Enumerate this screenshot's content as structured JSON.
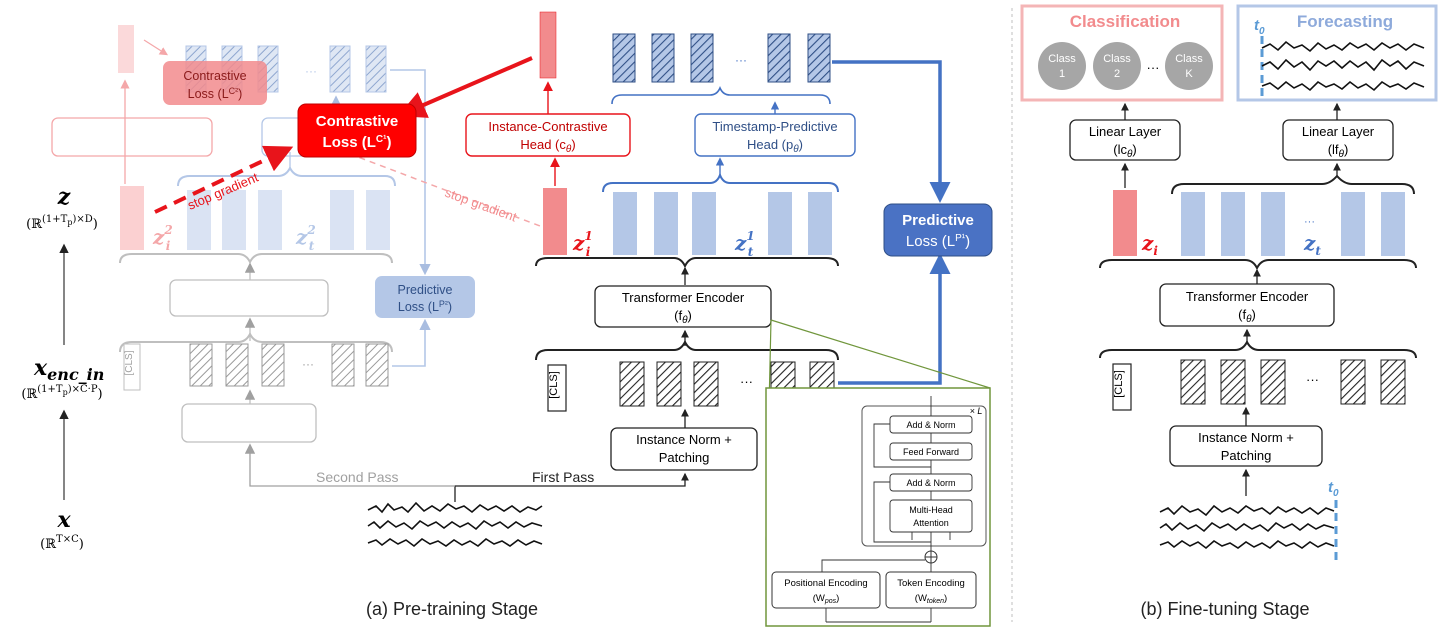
{
  "pretraining": {
    "caption": "(a) Pre-training Stage",
    "contrastive_loss_main": {
      "line1": "Contrastive",
      "line2": "Loss (L",
      "sup": "C¹",
      "close": ")"
    },
    "contrastive_loss_second": {
      "line1": "Contrastive",
      "line2": "Loss (L",
      "sup": "C²",
      "close": ")"
    },
    "instance_head": {
      "line1": "Instance-Contrastive",
      "line2": "Head (c",
      "sub": "θ",
      "close": ")"
    },
    "timestamp_head": {
      "line1": "Timestamp-Predictive",
      "line2": "Head (p",
      "sub": "θ",
      "close": ")"
    },
    "predictive_loss_main": {
      "line1": "Predictive",
      "line2": "Loss (L",
      "sup": "P¹",
      "close": ")"
    },
    "predictive_loss_second": {
      "line1": "Predictive",
      "line2": "Loss (L",
      "sup": "P²",
      "close": ")"
    },
    "encoder": {
      "line1": "Transformer Encoder",
      "line2": "(f",
      "sub": "θ",
      "close": ")"
    },
    "norm": {
      "line1": "Instance Norm +",
      "line2": "Patching"
    },
    "cls_token": "[CLS]",
    "ellipsis": "···",
    "stop_gradient": "stop gradient",
    "first_pass": "First Pass",
    "second_pass": "Second Pass",
    "z_i1": "z",
    "z_i1_sup": "1",
    "z_i1_sub": "i",
    "z_t1": "z",
    "z_t1_sup": "1",
    "z_t1_sub": "t",
    "z_i2": "z",
    "z_i2_sup": "2",
    "z_i2_sub": "i",
    "z_t2": "z",
    "z_t2_sup": "2",
    "z_t2_sub": "t",
    "detail": {
      "times_l": "× L",
      "add_norm_top": "Add & Norm",
      "feed_forward": "Feed Forward",
      "add_norm_bottom": "Add & Norm",
      "mha_line1": "Multi-Head",
      "mha_line2": "Attention",
      "pos_enc_line1": "Positional Encoding",
      "pos_enc_line2": "(W",
      "pos_enc_sub": "pos",
      "tok_enc_line1": "Token Encoding",
      "tok_enc_line2": "(W",
      "tok_enc_sub": "token"
    }
  },
  "dims": {
    "z_label": "z",
    "z_dim": "(ℝ",
    "z_dim_sup": "(1+T",
    "z_dim_sup_sub": "p",
    "z_dim_sup_end": ")×D",
    "z_dim_close": ")",
    "xenc_label": "x",
    "xenc_sub": "enc_in",
    "xenc_dim": "(ℝ",
    "xenc_dim_sup": "(1+T",
    "xenc_dim_sup_sub": "p",
    "xenc_dim_sup_end": ")×C·P",
    "xenc_dim_close": ")",
    "x_label": "x",
    "x_dim": "(ℝ",
    "x_dim_sup": "T×C",
    "x_dim_close": ")"
  },
  "finetuning": {
    "caption": "(b) Fine-tuning Stage",
    "classification_title": "Classification",
    "forecasting_title": "Forecasting",
    "classes": [
      {
        "line1": "Class",
        "line2": "1"
      },
      {
        "line1": "Class",
        "line2": "2"
      },
      {
        "line1": "Class",
        "line2": "K"
      }
    ],
    "class_ellipsis": "···",
    "t0": "t",
    "t0_sub": "0",
    "linear_cls": {
      "line1": "Linear Layer",
      "line2": "(lc",
      "sub": "θ",
      "close": ")"
    },
    "linear_fc": {
      "line1": "Linear Layer",
      "line2": "(lf",
      "sub": "θ",
      "close": ")"
    },
    "encoder": {
      "line1": "Transformer Encoder",
      "line2": "(f",
      "sub": "θ",
      "close": ")"
    },
    "norm": {
      "line1": "Instance Norm +",
      "line2": "Patching"
    },
    "cls_token": "[CLS]",
    "ellipsis": "···",
    "z_i": "z",
    "z_i_sub": "i",
    "z_t": "z",
    "z_t_sub": "t"
  },
  "colors": {
    "red": "#e8141b",
    "red_fill": "#f28b8d",
    "blue": "#4472c4",
    "blue_fill": "#b4c7e7",
    "blue_dark_fill": "#4a72c4",
    "gray": "#808080",
    "detail_green": "#70963c",
    "class_circle": "#a6a6a6",
    "cls_panel_border": "#f4b5b6",
    "fc_panel_border": "#b4c7e7"
  }
}
